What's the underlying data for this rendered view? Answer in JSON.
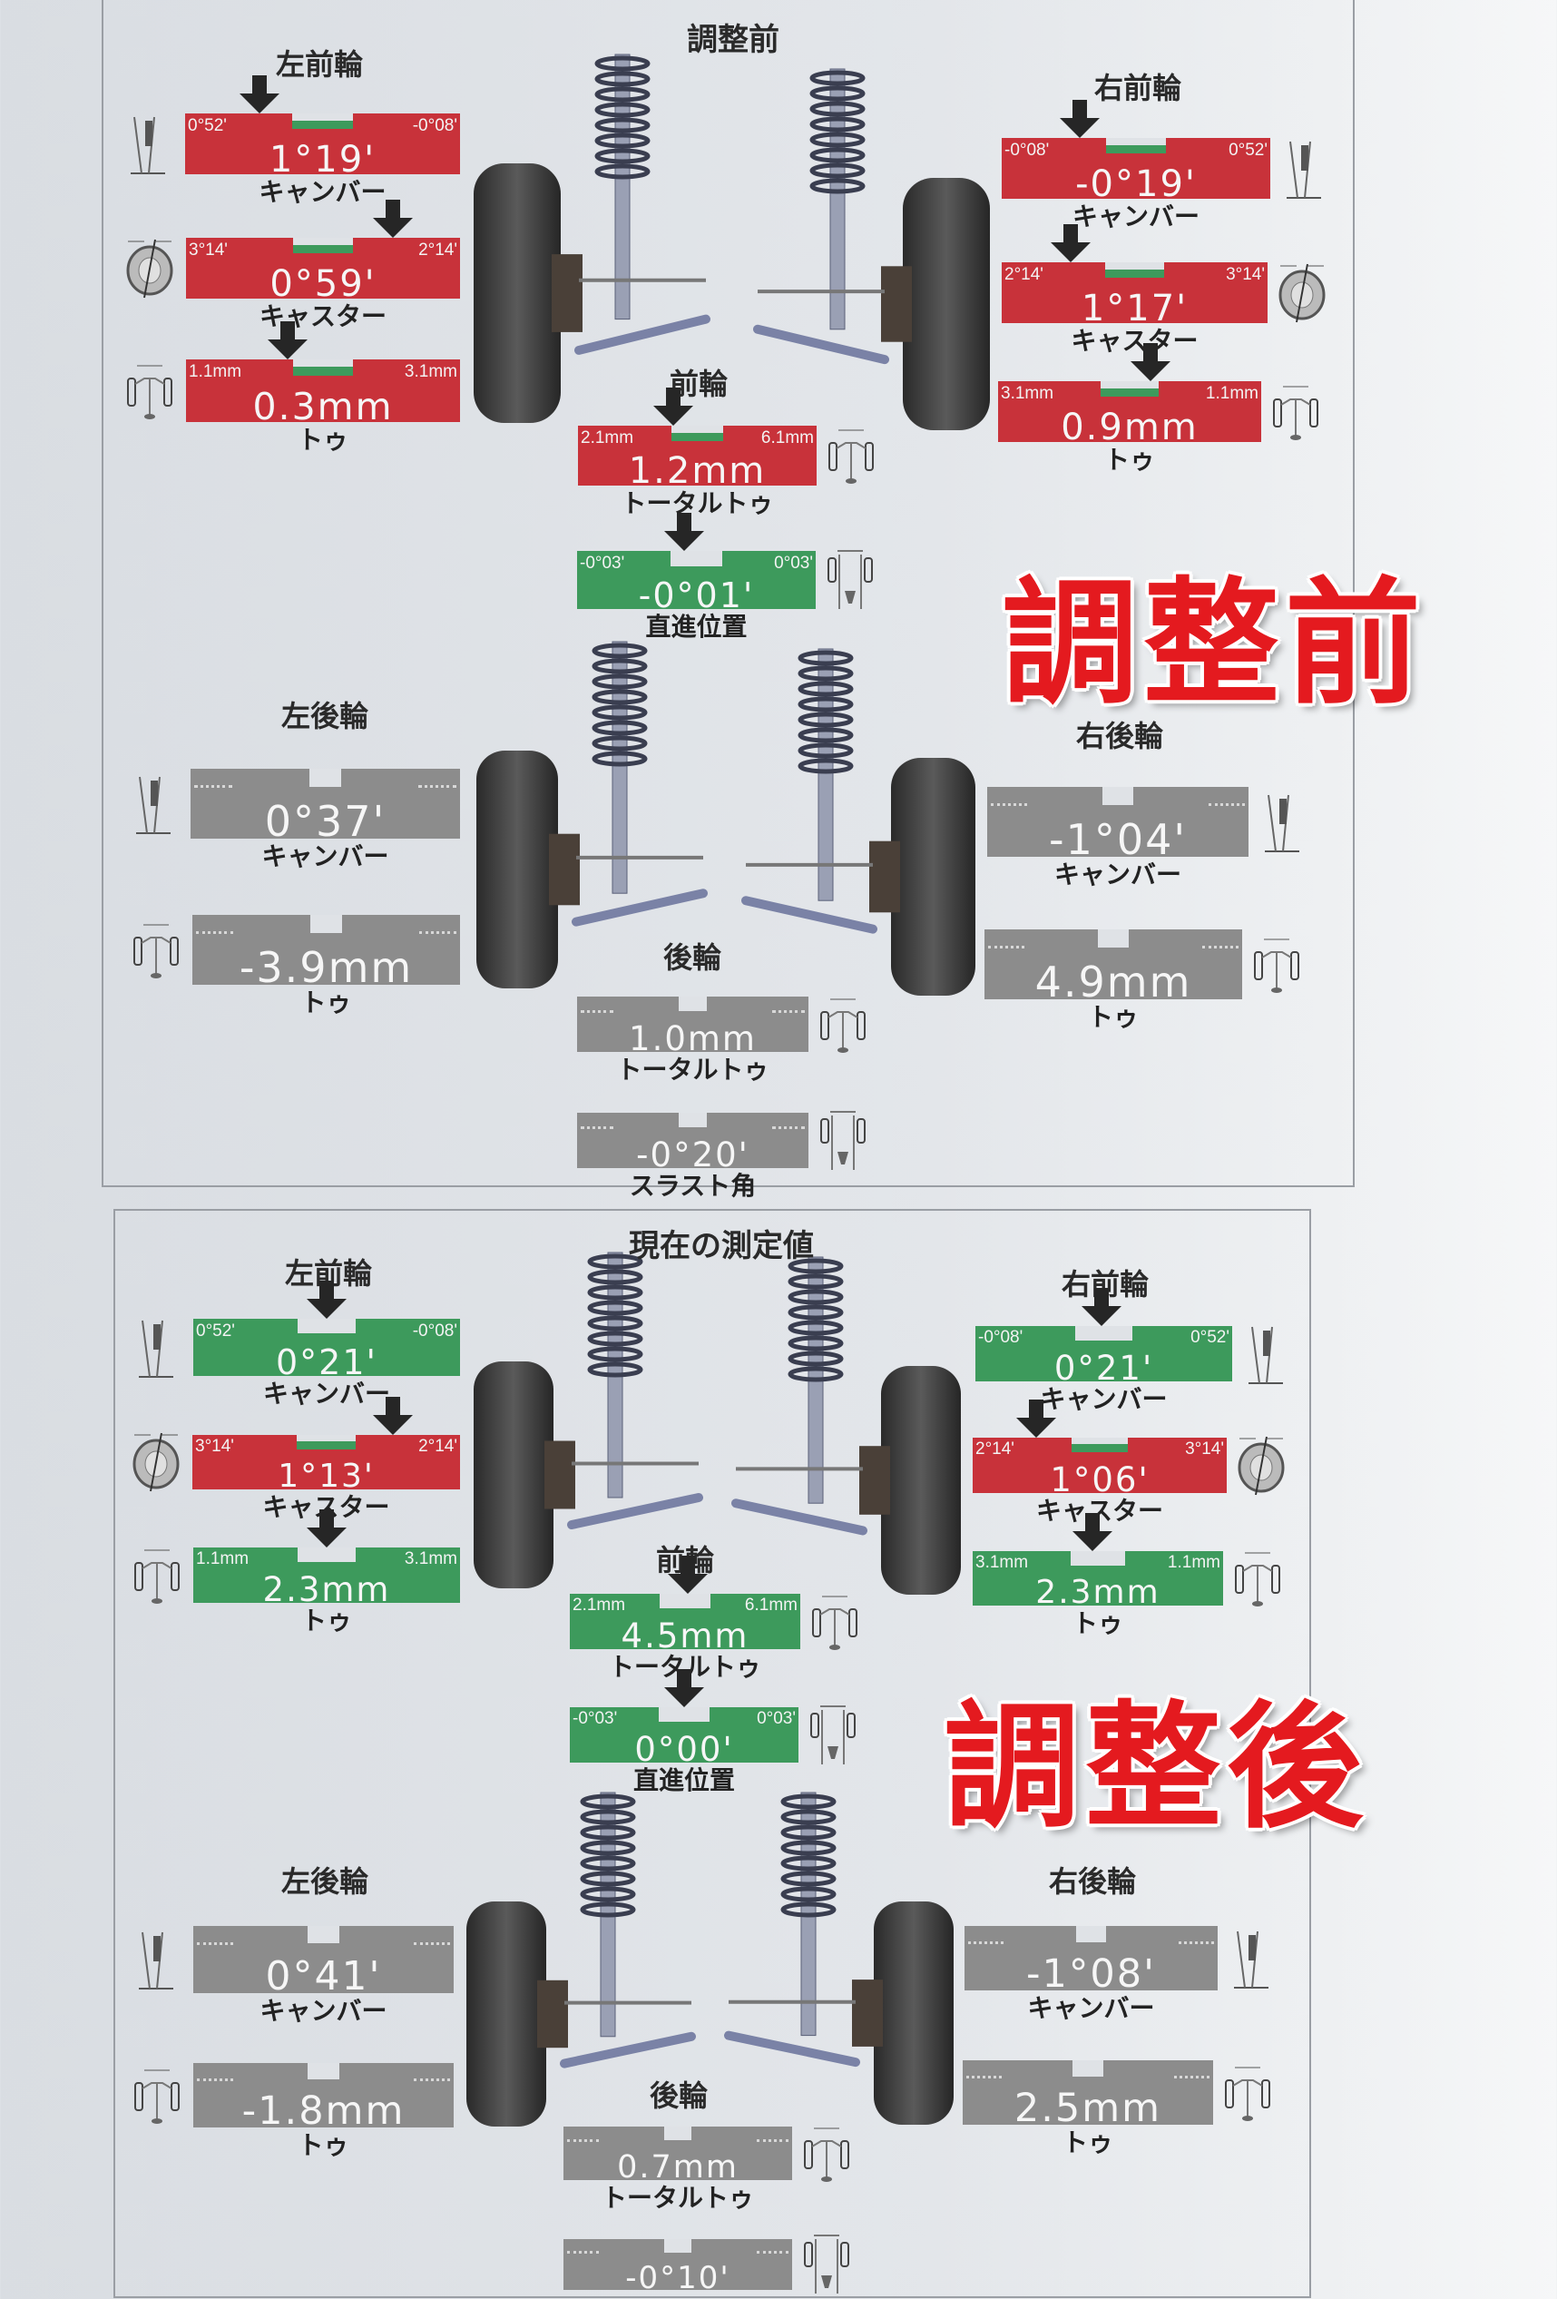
{
  "panels": [
    {
      "title": "調整前",
      "sections": {
        "front_left": "左前輪",
        "front_right": "右前輪",
        "front": "前輪",
        "rear_left": "左後輪",
        "rear_right": "右後輪",
        "rear": "後輪"
      }
    },
    {
      "title": "現在の測定値",
      "sections": {
        "front_left": "左前輪",
        "front_right": "右前輪",
        "front": "前輪",
        "rear_left": "左後輪",
        "rear_right": "右後輪",
        "rear": "後輪"
      }
    }
  ],
  "stamps": {
    "before": "調整前",
    "after": "調整後"
  },
  "colors": {
    "out_of_range": "#c8323a",
    "in_range": "#3d9a5c",
    "no_spec": "#8c8c8c",
    "stamp": "#e41a1f"
  },
  "gauges": [
    {
      "status": "red",
      "min": "0°52'",
      "max": "-0°08'",
      "value": "1°19'",
      "label": "キャンバー"
    },
    {
      "status": "red",
      "min": "3°14'",
      "max": "2°14'",
      "value": "0°59'",
      "label": "キャスター"
    },
    {
      "status": "red",
      "min": "1.1mm",
      "max": "3.1mm",
      "value": "0.3mm",
      "label": "トゥ"
    },
    {
      "status": "red",
      "min": "-0°08'",
      "max": "0°52'",
      "value": "-0°19'",
      "label": "キャンバー"
    },
    {
      "status": "red",
      "min": "2°14'",
      "max": "3°14'",
      "value": "1°17'",
      "label": "キャスター"
    },
    {
      "status": "red",
      "min": "3.1mm",
      "max": "1.1mm",
      "value": "0.9mm",
      "label": "トゥ"
    },
    {
      "status": "red",
      "min": "2.1mm",
      "max": "6.1mm",
      "value": "1.2mm",
      "label": "トータルトゥ"
    },
    {
      "status": "green",
      "min": "-0°03'",
      "max": "0°03'",
      "value": "-0°01'",
      "label": "直進位置"
    },
    {
      "status": "gray",
      "min": "",
      "max": "",
      "value": "0°37'",
      "label": "キャンバー"
    },
    {
      "status": "gray",
      "min": "",
      "max": "",
      "value": "-3.9mm",
      "label": "トゥ"
    },
    {
      "status": "gray",
      "min": "",
      "max": "",
      "value": "-1°04'",
      "label": "キャンバー"
    },
    {
      "status": "gray",
      "min": "",
      "max": "",
      "value": "4.9mm",
      "label": "トゥ"
    },
    {
      "status": "gray",
      "min": "",
      "max": "",
      "value": "1.0mm",
      "label": "トータルトゥ"
    },
    {
      "status": "gray",
      "min": "",
      "max": "",
      "value": "-0°20'",
      "label": "スラスト角"
    },
    {
      "status": "green",
      "min": "0°52'",
      "max": "-0°08'",
      "value": "0°21'",
      "label": "キャンバー"
    },
    {
      "status": "red",
      "min": "3°14'",
      "max": "2°14'",
      "value": "1°13'",
      "label": "キャスター"
    },
    {
      "status": "green",
      "min": "1.1mm",
      "max": "3.1mm",
      "value": "2.3mm",
      "label": "トゥ"
    },
    {
      "status": "green",
      "min": "-0°08'",
      "max": "0°52'",
      "value": "0°21'",
      "label": "キャンバー"
    },
    {
      "status": "red",
      "min": "2°14'",
      "max": "3°14'",
      "value": "1°06'",
      "label": "キャスター"
    },
    {
      "status": "green",
      "min": "3.1mm",
      "max": "1.1mm",
      "value": "2.3mm",
      "label": "トゥ"
    },
    {
      "status": "green",
      "min": "2.1mm",
      "max": "6.1mm",
      "value": "4.5mm",
      "label": "トータルトゥ"
    },
    {
      "status": "green",
      "min": "-0°03'",
      "max": "0°03'",
      "value": "0°00'",
      "label": "直進位置"
    },
    {
      "status": "gray",
      "min": "",
      "max": "",
      "value": "0°41'",
      "label": "キャンバー"
    },
    {
      "status": "gray",
      "min": "",
      "max": "",
      "value": "-1.8mm",
      "label": "トゥ"
    },
    {
      "status": "gray",
      "min": "",
      "max": "",
      "value": "-1°08'",
      "label": "キャンバー"
    },
    {
      "status": "gray",
      "min": "",
      "max": "",
      "value": "2.5mm",
      "label": "トゥ"
    },
    {
      "status": "gray",
      "min": "",
      "max": "",
      "value": "0.7mm",
      "label": "トータルトゥ"
    },
    {
      "status": "gray",
      "min": "",
      "max": "",
      "value": "-0°10'"
    }
  ]
}
